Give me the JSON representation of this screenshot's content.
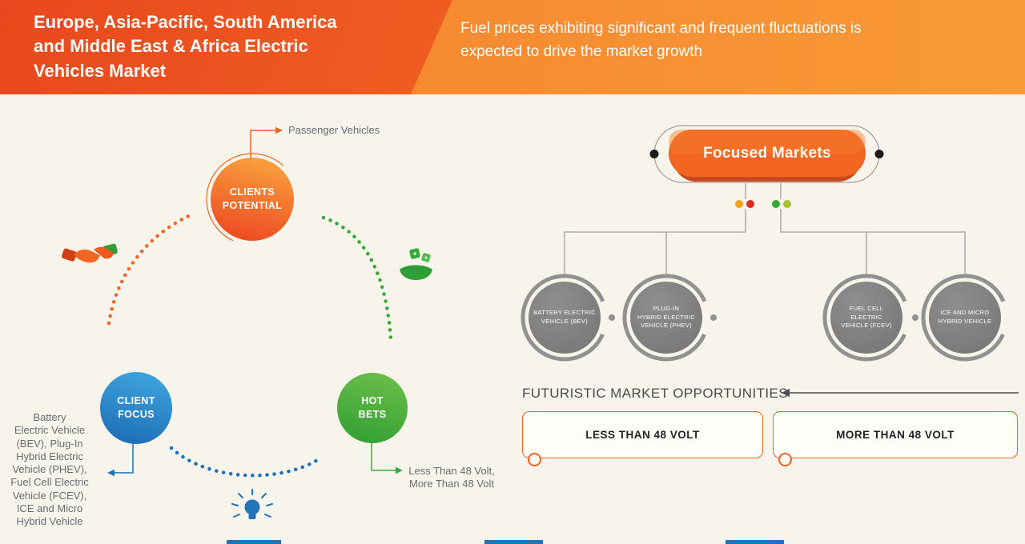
{
  "header": {
    "title": "Europe, Asia-Pacific, South America\nand Middle East & Africa Electric\nVehicles Market",
    "subtitle": "Fuel prices exhibiting significant and frequent fluctuations is\nexpected to drive the market growth"
  },
  "left_diagram": {
    "clients_potential": {
      "label": "CLIENTS\nPOTENTIAL",
      "annotation": "Passenger Vehicles"
    },
    "client_focus": {
      "label": "CLIENT\nFOCUS",
      "annotation": "Battery\nElectric Vehicle\n(BEV), Plug-In\nHybrid Electric\nVehicle (PHEV),\nFuel Cell Electric\nVehicle (FCEV),\nICE and Micro\nHybrid Vehicle"
    },
    "hot_bets": {
      "label": "HOT\nBETS",
      "annotation": "Less Than 48 Volt,\nMore Than 48 Volt"
    },
    "icons": {
      "handshake": "handshake-icon",
      "hand_dice": "hand-with-dice-icon",
      "lightbulb": "lightbulb-icon"
    }
  },
  "right_diagram": {
    "focused_markets_label": "Focused Markets",
    "vehicle_types": [
      "BATTERY ELECTRIC\nVEHICLE (BEV)",
      "PLUG-IN\nHYBRID ELECTRIC\nVEHICLE (PHEV)",
      "FUEL CELL ELECTRIC\nVEHICLE (FCEV)",
      "ICE AND MICRO\nHYBRID VEHICLE"
    ],
    "opportunities": {
      "heading": "FUTURISTIC MARKET OPPORTUNITIES",
      "boxes": [
        "LESS THAN 48 VOLT",
        "MORE THAN 48 VOLT"
      ]
    }
  },
  "colors": {
    "orange": "#f26522",
    "dark_orange": "#e8481d",
    "blue": "#1d71b8",
    "green": "#39a935",
    "gray_node": "#7d7d7d",
    "cream_bg": "#f7f4ec"
  }
}
